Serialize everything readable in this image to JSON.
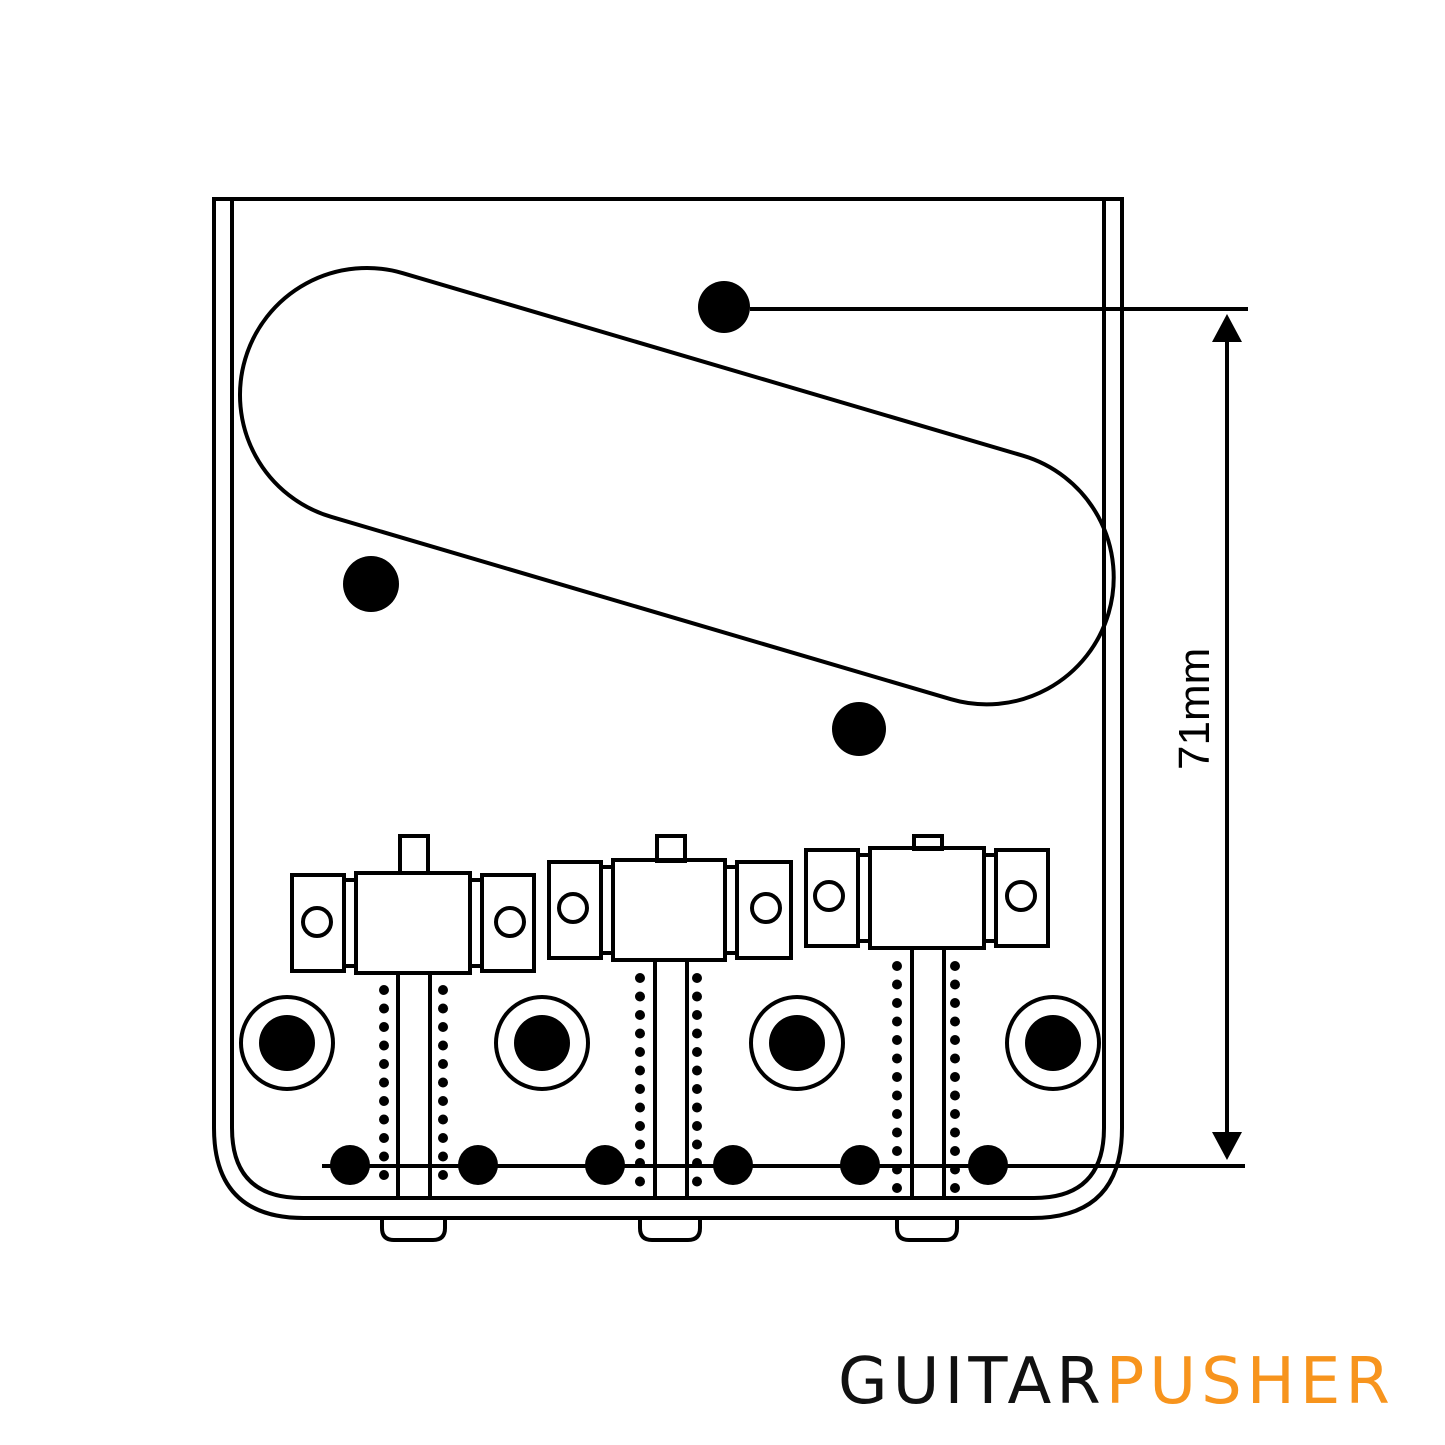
{
  "diagram": {
    "title": "Telecaster bridge plate dimension diagram",
    "dimension_label": "71mm"
  },
  "logo": {
    "part1": "GUITAR",
    "part2": "PUSHER",
    "color1": "#111111",
    "color2": "#f7941d"
  }
}
